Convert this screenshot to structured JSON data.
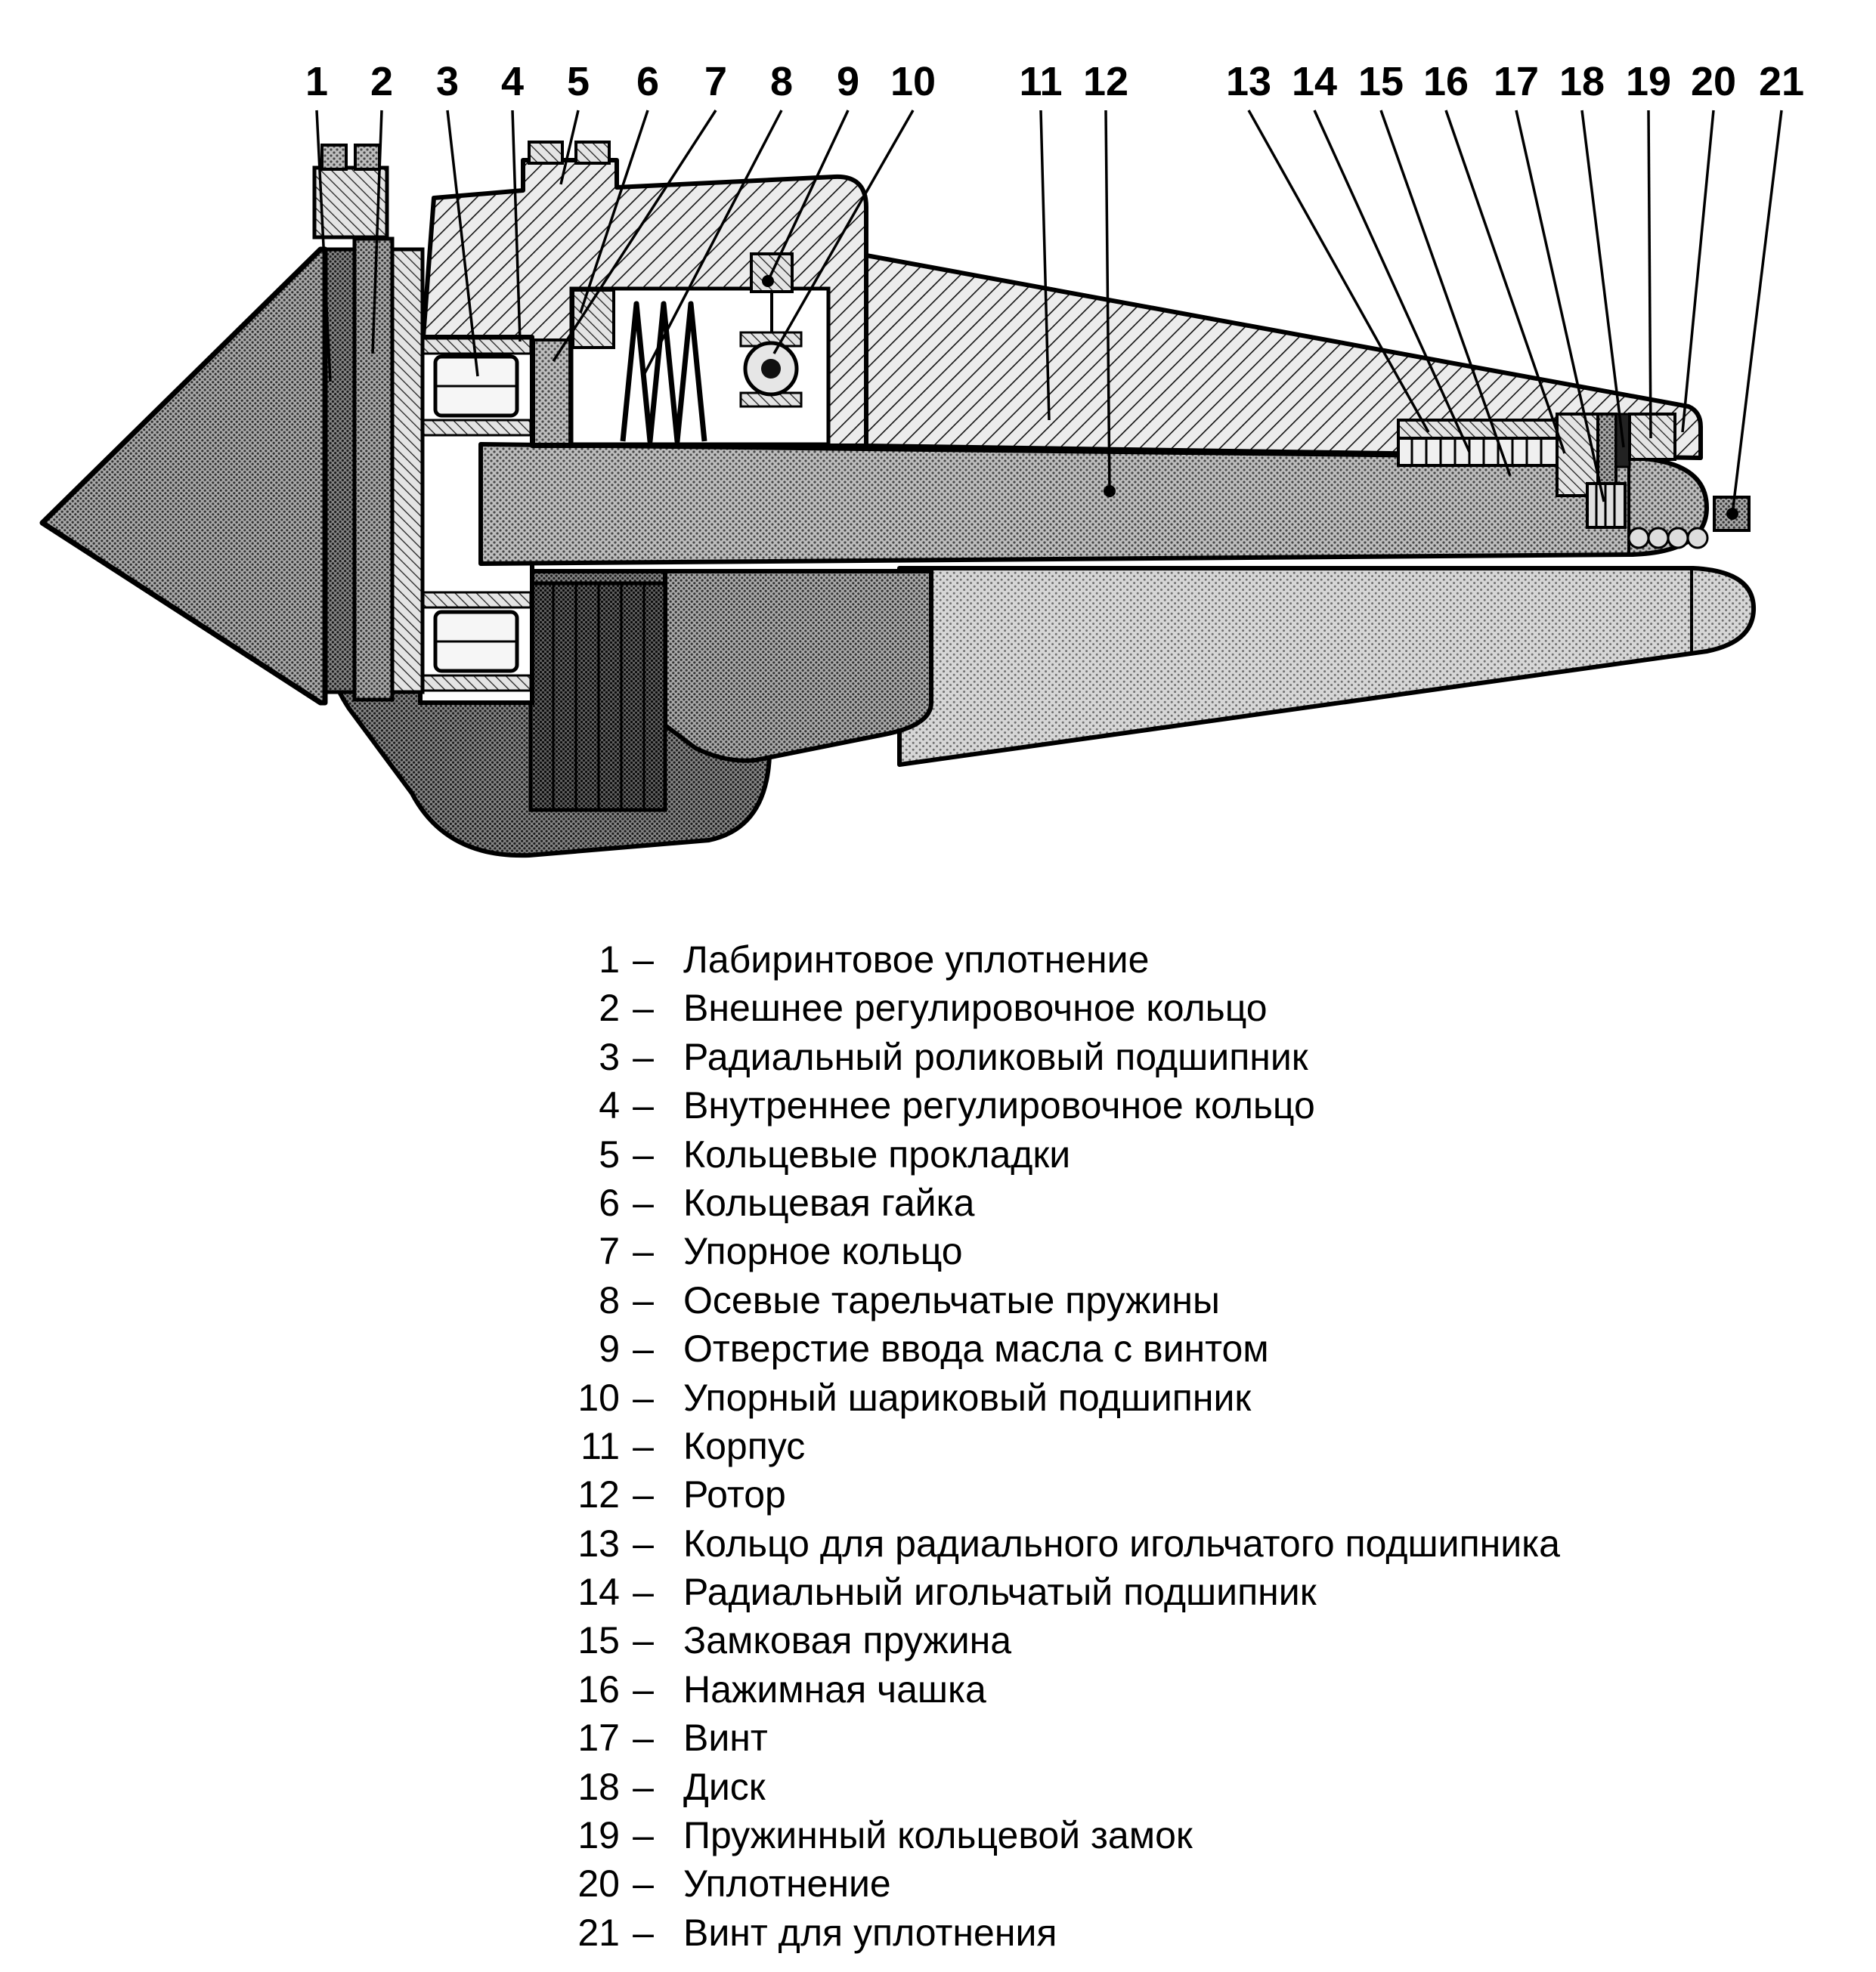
{
  "diagram": {
    "ink_color": "#000000",
    "paper_color": "#ffffff",
    "part_numbers": [
      "1",
      "2",
      "3",
      "4",
      "5",
      "6",
      "7",
      "8",
      "9",
      "10",
      "11",
      "12",
      "13",
      "14",
      "15",
      "16",
      "17",
      "18",
      "19",
      "20",
      "21"
    ],
    "legend_separator": "–",
    "legend": [
      {
        "num": "1",
        "text": "Лабиринтовое уплотнение"
      },
      {
        "num": "2",
        "text": "Внешнее регулировочное кольцо"
      },
      {
        "num": "3",
        "text": "Радиальный роликовый подшипник"
      },
      {
        "num": "4",
        "text": "Внутреннее регулировочное кольцо"
      },
      {
        "num": "5",
        "text": "Кольцевые прокладки"
      },
      {
        "num": "6",
        "text": "Кольцевая гайка"
      },
      {
        "num": "7",
        "text": "Упорное кольцо"
      },
      {
        "num": "8",
        "text": "Осевые тарельчатые пружины"
      },
      {
        "num": "9",
        "text": "Отверстие ввода масла с винтом"
      },
      {
        "num": "10",
        "text": "Упорный шариковый подшипник"
      },
      {
        "num": "11",
        "text": "Корпус"
      },
      {
        "num": "12",
        "text": "Ротор"
      },
      {
        "num": "13",
        "text": "Кольцо для радиального игольчатого подшипника"
      },
      {
        "num": "14",
        "text": "Радиальный игольчатый подшипник"
      },
      {
        "num": "15",
        "text": "Замковая пружина"
      },
      {
        "num": "16",
        "text": "Нажимная чашка"
      },
      {
        "num": "17",
        "text": "Винт"
      },
      {
        "num": "18",
        "text": "Диск"
      },
      {
        "num": "19",
        "text": "Пружинный кольцевой замок"
      },
      {
        "num": "20",
        "text": "Уплотнение"
      },
      {
        "num": "21",
        "text": "Винт для уплотнения"
      }
    ]
  }
}
